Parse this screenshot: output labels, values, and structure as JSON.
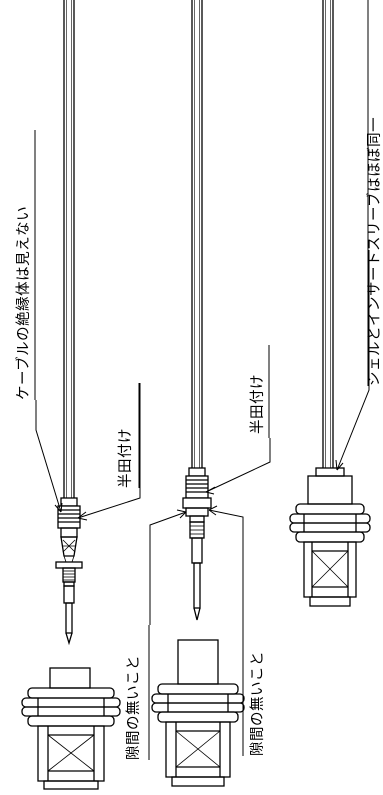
{
  "labels": {
    "insulation_not_visible": "ケーブルの絶縁体は見えない",
    "solder_1": "半田付け",
    "solder_2": "半田付け",
    "no_gap_1": "隙間の無いこと",
    "no_gap_2": "隙間の無いこと",
    "shell_sleeve_flush": "シェルとインサートスリーブはほぼ同一"
  }
}
